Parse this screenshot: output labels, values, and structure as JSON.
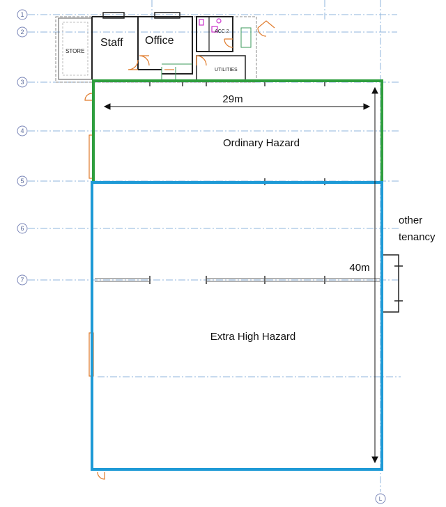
{
  "grid_lines": [
    {
      "id": "1",
      "label": "1"
    },
    {
      "id": "2",
      "label": "2"
    },
    {
      "id": "3",
      "label": "3"
    },
    {
      "id": "4",
      "label": "4"
    },
    {
      "id": "5",
      "label": "5"
    },
    {
      "id": "6",
      "label": "6"
    },
    {
      "id": "7",
      "label": "7"
    }
  ],
  "bottom_grid_label": "L",
  "rooms": {
    "store": "STORE",
    "staff": "Staff",
    "office": "Office",
    "acc": "ACC 2",
    "utilities": "UTILITIES"
  },
  "zones": {
    "ordinary": {
      "label": "Ordinary Hazard",
      "color": "#2e9e3e"
    },
    "extra": {
      "label": "Extra High Hazard",
      "color": "#1e9ad6"
    }
  },
  "dimensions": {
    "width": "29m",
    "length": "40m"
  },
  "annotations": {
    "other_tenancy_line1": "other",
    "other_tenancy_line2": "tenancy"
  },
  "colors": {
    "grid_line": "#8fb4dc",
    "grid_bubble": "#7a86b8",
    "wall": "#222222",
    "door": "#e07a2a",
    "sanitary": "#cc33cc"
  }
}
